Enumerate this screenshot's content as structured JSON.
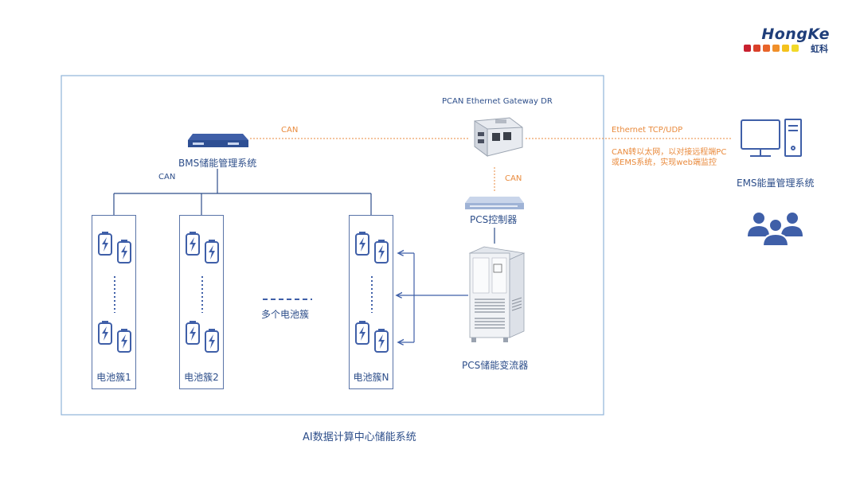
{
  "brand": {
    "name": "HongKe",
    "subname": "虹科",
    "squares": [
      "#c8202f",
      "#d9402a",
      "#e8642a",
      "#f0902a",
      "#f4c21d",
      "#f1d92a"
    ]
  },
  "colors": {
    "primary": "#3f5fa8",
    "line": "#2d4e8a",
    "accent": "#e98a3c"
  },
  "system": {
    "title": "AI数据计算中心储能系统"
  },
  "gateway": {
    "title": "PCAN Ethernet Gateway DR"
  },
  "bms": {
    "label": "BMS储能管理系统"
  },
  "pcs_controller": {
    "label": "PCS控制器"
  },
  "pcs_converter": {
    "label": "PCS储能变流器"
  },
  "ems": {
    "label": "EMS能量管理系统"
  },
  "links": {
    "can_top": "CAN",
    "can_bms": "CAN",
    "can_gateway": "CAN",
    "ethernet": "Ethernet TCP/UDP",
    "note_line1": "CAN转以太网，以对接远程端PC",
    "note_line2": "或EMS系统，实现web端监控"
  },
  "clusters": {
    "items": [
      {
        "label": "电池簇1"
      },
      {
        "label": "电池簇2"
      },
      {
        "label": "电池簇N"
      }
    ],
    "multi_label": "多个电池簇"
  }
}
